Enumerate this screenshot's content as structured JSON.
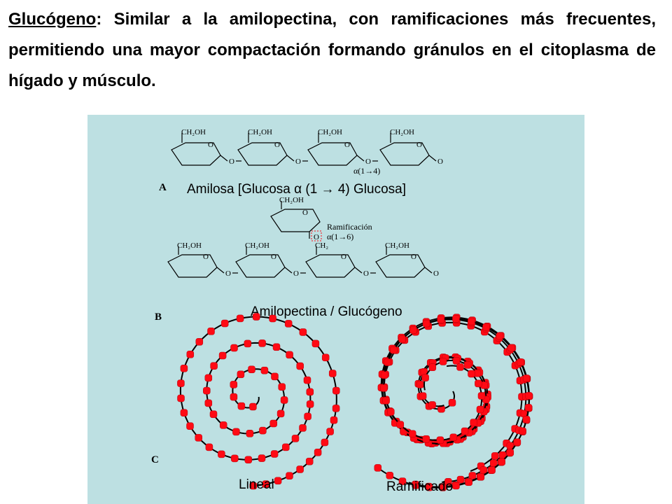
{
  "heading": {
    "term": "Glucógeno",
    "body": ": Similar a la amilopectina, con ramificaciones más frecuentes, permitiendo una mayor compactación formando gránulos en el citoplasma de hígado y músculo."
  },
  "panel_a": {
    "letter": "A",
    "caption_left": "Amilosa [Glucosa ",
    "alpha_symbol": "α",
    "caption_right": " (1 → 4) Glucosa]",
    "ring_label": "CH₂OH",
    "ring_o": "O",
    "bond_label": "α(1→4)"
  },
  "panel_b": {
    "letter": "B",
    "caption": "Amilopectina / Glucógeno",
    "ring_label": "CH₂OH",
    "branch_label_ch": "CH₂",
    "branch_title": "Ramificación",
    "branch_bond": "α(1→6)"
  },
  "panel_c": {
    "letter": "C",
    "left_caption": "Lineal",
    "right_caption": "Ramificado"
  },
  "colors": {
    "panel_bg": "#bde0e2",
    "bead": "#ff0a14",
    "chain": "#000000"
  }
}
